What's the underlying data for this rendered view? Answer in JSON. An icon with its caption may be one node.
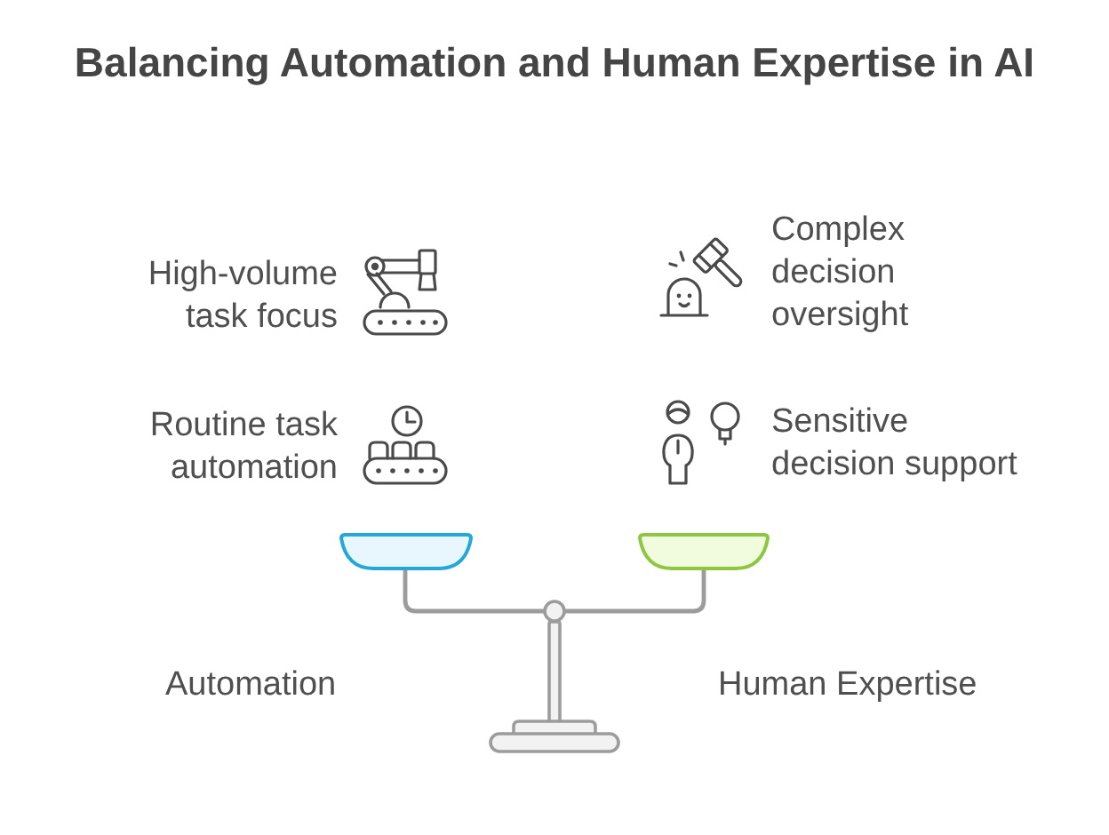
{
  "diagram": {
    "title": "Balancing Automation and Human Expertise in AI",
    "labels": [
      "High-volume task focus",
      "Complex decision oversight",
      "Routine task automation",
      "Sensitive decision support",
      "Automation",
      "Human Expertise"
    ]
  }
}
